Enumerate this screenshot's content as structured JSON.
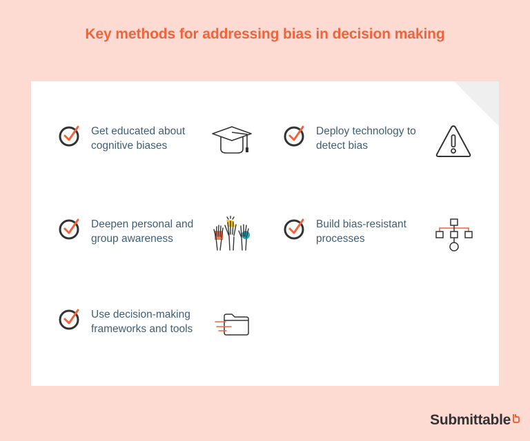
{
  "title": "Key methods for addressing bias in decision making",
  "colors": {
    "background": "#fddbd3",
    "accent": "#f4623a",
    "text": "#3f5f78",
    "icon_stroke": "#333333",
    "yellow": "#f5c21b",
    "teal": "#1fa9b8"
  },
  "items": [
    {
      "label": "Get educated about cognitive biases",
      "icon": "graduation-cap-icon"
    },
    {
      "label": "Deploy technology to detect bias",
      "icon": "warning-triangle-icon"
    },
    {
      "label": "Deepen personal and group awareness",
      "icon": "raised-hands-icon"
    },
    {
      "label": "Build bias-resistant processes",
      "icon": "flowchart-icon"
    },
    {
      "label": "Use decision-making frameworks and tools",
      "icon": "folder-icon"
    }
  ],
  "brand": {
    "name": "Submittable"
  }
}
